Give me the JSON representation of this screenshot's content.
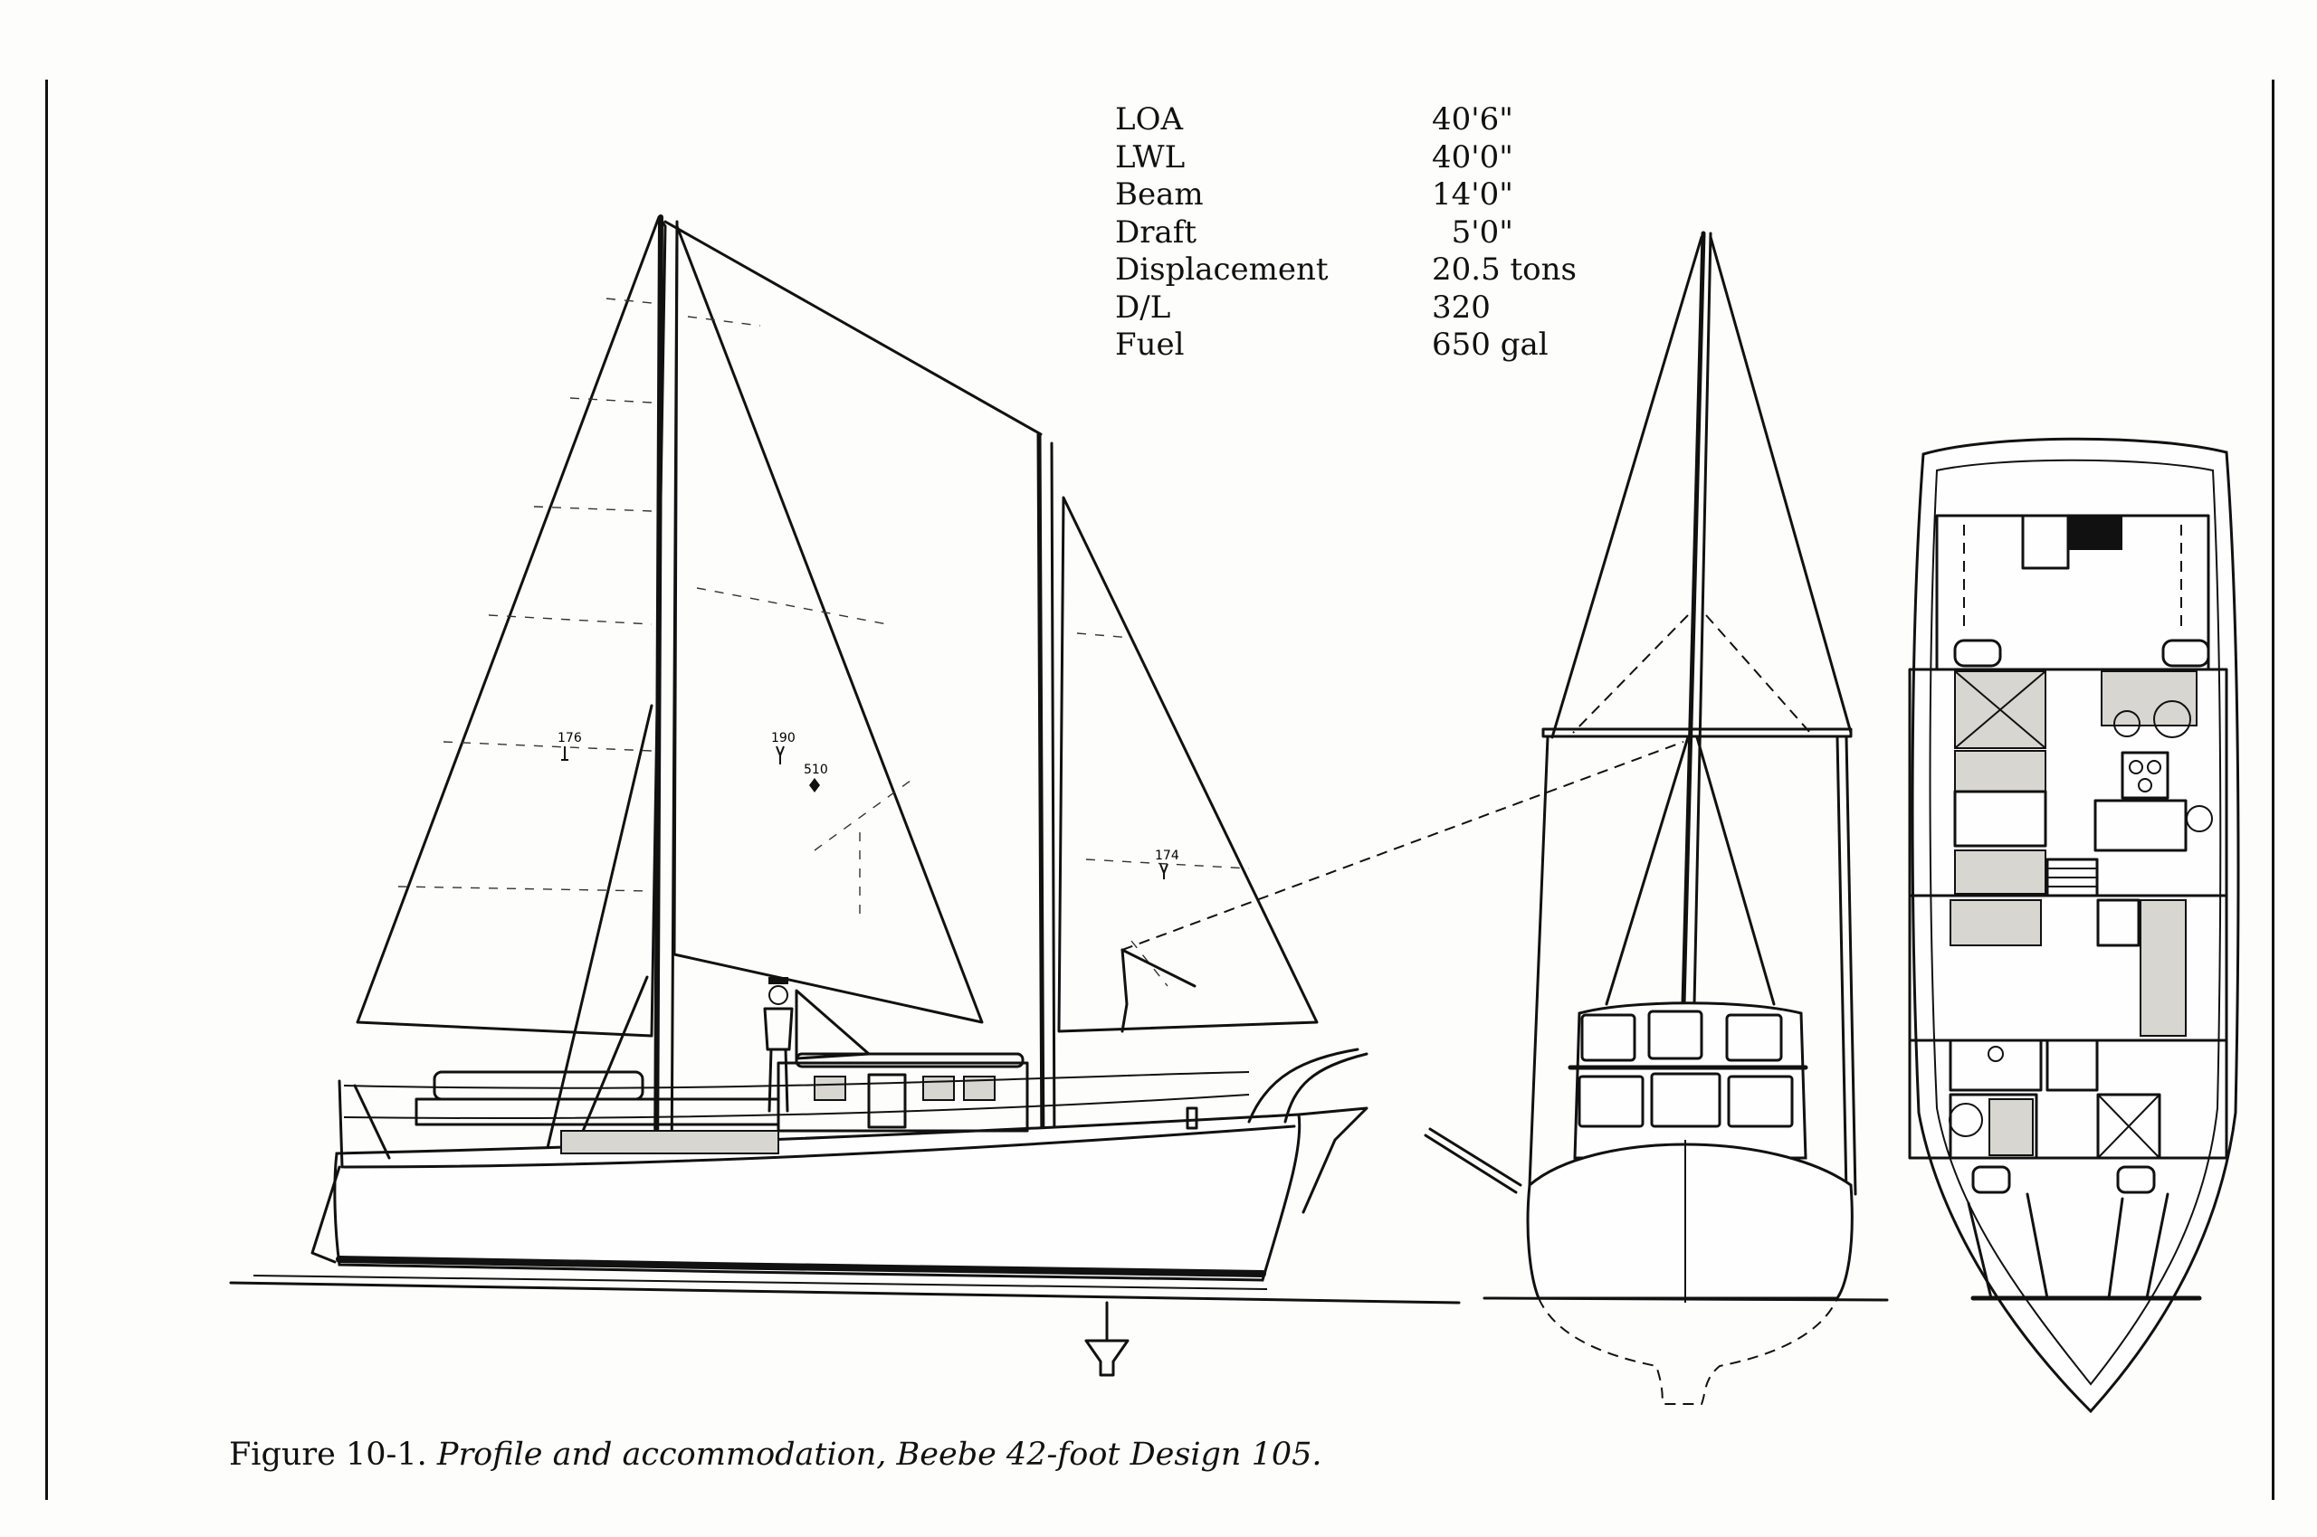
{
  "specifications": [
    {
      "label": "LOA",
      "value": "40'6\""
    },
    {
      "label": "LWL",
      "value": "40'0\""
    },
    {
      "label": "Beam",
      "value": "14'0\""
    },
    {
      "label": "Draft",
      "value": "  5'0\""
    },
    {
      "label": "Displacement",
      "value": "20.5 tons"
    },
    {
      "label": "D/L",
      "value": "320"
    },
    {
      "label": "Fuel",
      "value": "650 gal"
    }
  ],
  "caption": {
    "prefix": "Figure 10-1. ",
    "italic": "Profile and accommodation, Beebe 42-foot Design 105."
  },
  "sail_marks": {
    "jib": "176",
    "main": "190",
    "center": "510",
    "mizzen": "174"
  }
}
